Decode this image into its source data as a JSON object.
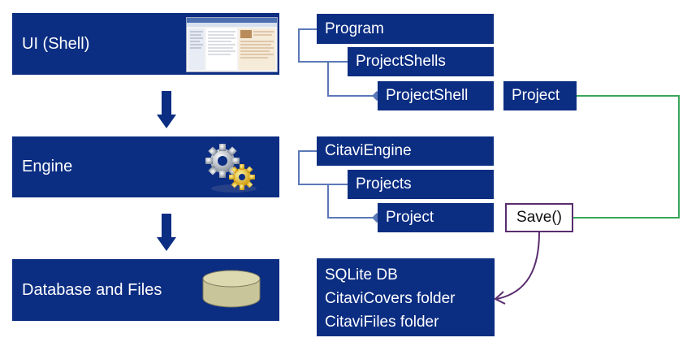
{
  "layers": {
    "ui": "UI (Shell)",
    "engine": "Engine",
    "database": "Database and Files"
  },
  "ui_tree": {
    "program": "Program",
    "project_shells": "ProjectShells",
    "project_shell": "ProjectShell",
    "project": "Project"
  },
  "engine_tree": {
    "citavi_engine": "CitaviEngine",
    "projects": "Projects",
    "project": "Project",
    "save": "Save()"
  },
  "storage": {
    "line1": "SQLite DB",
    "line2": "CitaviCovers folder",
    "line3": "CitaviFiles folder"
  },
  "colors": {
    "box": "#0b2d82",
    "connector": "#5b78b8",
    "green_link": "#3aa55a",
    "save_border": "#5a2d6e"
  }
}
